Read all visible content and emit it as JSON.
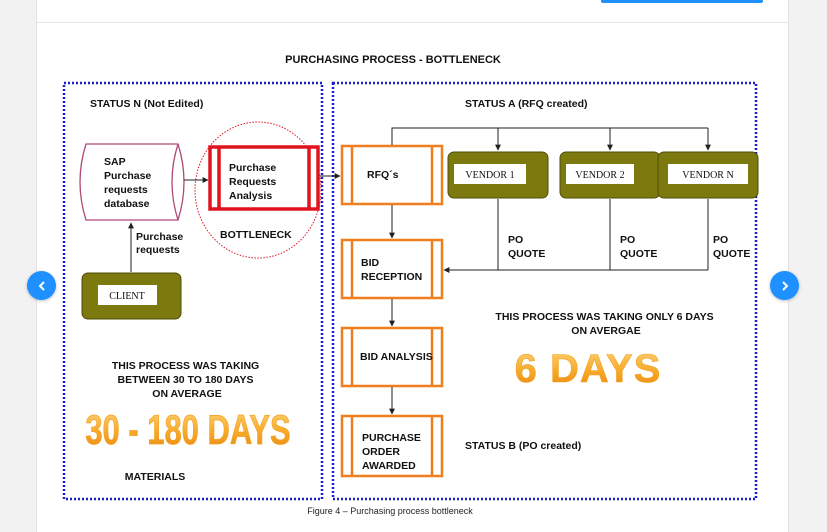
{
  "title": "PURCHASING PROCESS - BOTTLENECK",
  "status_n": "STATUS N (Not Edited)",
  "status_a": "STATUS A (RFQ created)",
  "status_b": "STATUS B (PO created)",
  "database_lines": [
    "SAP",
    "Purchase",
    "requests",
    "database"
  ],
  "analysis_lines": [
    "Purchase",
    "Requests",
    "Analysis"
  ],
  "bottleneck": "BOTTLENECK",
  "purchase_requests_lines": [
    "Purchase",
    "requests"
  ],
  "client": "CLIENT",
  "rfq": "RFQ´s",
  "vendors": [
    "VENDOR 1",
    "VENDOR 2",
    "VENDOR N"
  ],
  "po_quote_lines": [
    "PO",
    "QUOTE"
  ],
  "bid_reception_lines": [
    "BID",
    "RECEPTION"
  ],
  "bid_analysis": "BID ANALYSIS",
  "po_awarded_lines": [
    "PURCHASE",
    "ORDER",
    "AWARDED"
  ],
  "right_note_lines": [
    "THIS PROCESS WAS TAKING ONLY 6 DAYS",
    "ON AVERGAE"
  ],
  "six_days": "6 DAYS",
  "left_note_lines": [
    "THIS PROCESS WAS TAKING",
    "BETWEEN 30 TO 180 DAYS",
    "ON  AVERAGE"
  ],
  "range_days": "30 - 180 DAYS",
  "materials": "MATERIALS",
  "caption": "Figure 4 – Purchasing  process bottleneck",
  "nav": {
    "prev_icon": "chevron-left-icon",
    "next_icon": "chevron-right-icon"
  },
  "colors": {
    "accent": "#1e90ff",
    "orange": "#f07d1e",
    "olive": "#7c7a0e",
    "red": "#e0141e",
    "dotted": "#1a1ad0",
    "big_text": "#f6a928"
  }
}
